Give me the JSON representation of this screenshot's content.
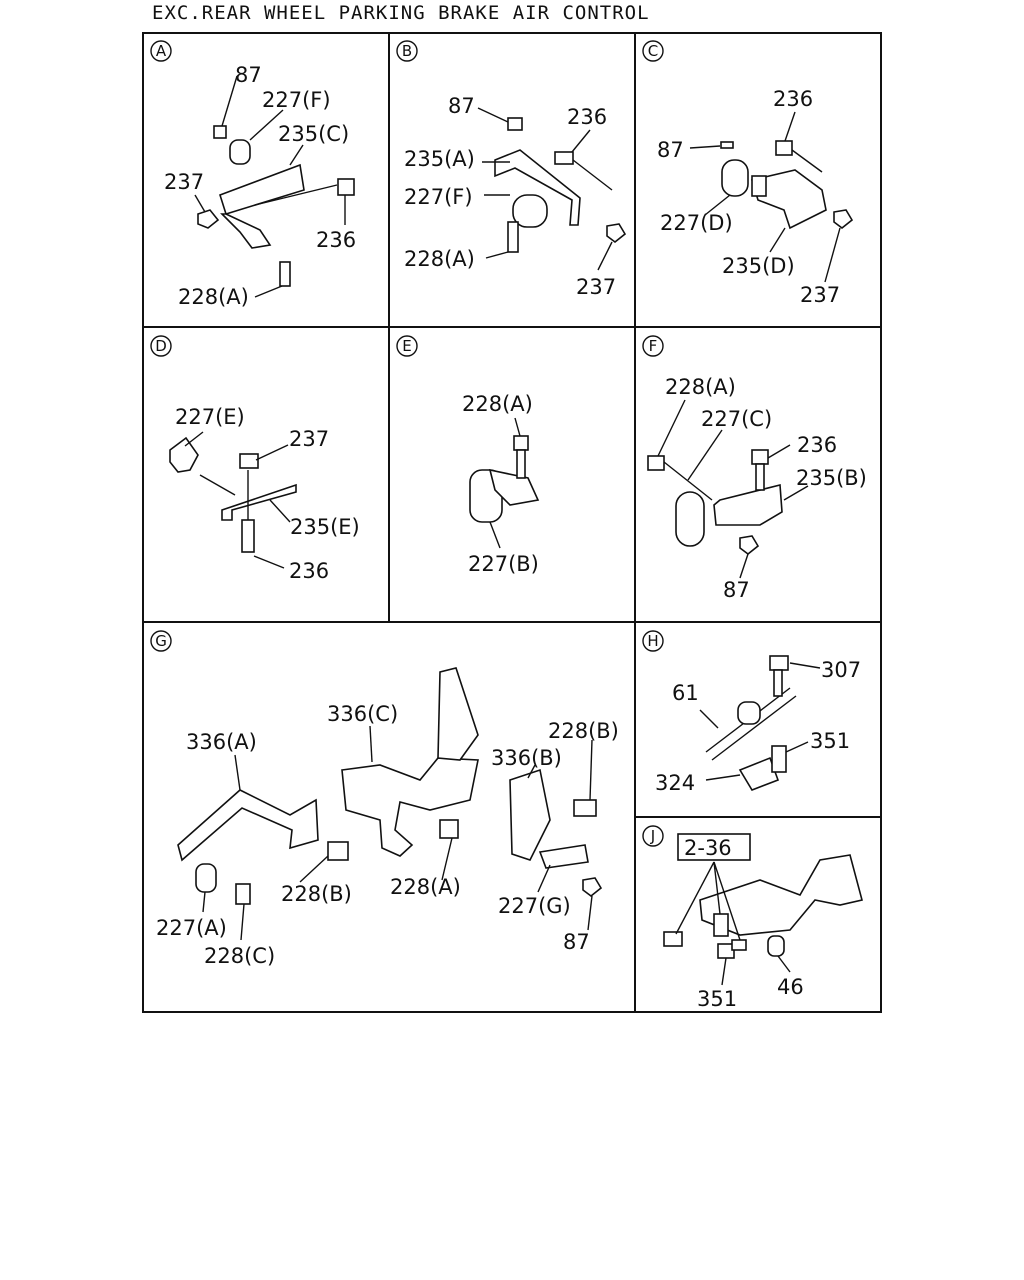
{
  "title": "EXC.REAR WHEEL PARKING BRAKE AIR CONTROL",
  "panels": [
    {
      "letter": "A",
      "labels": [
        "87",
        "227(F)",
        "235(C)",
        "237",
        "236",
        "228(A)"
      ]
    },
    {
      "letter": "B",
      "labels": [
        "87",
        "236",
        "235(A)",
        "227(F)",
        "228(A)",
        "237"
      ]
    },
    {
      "letter": "C",
      "labels": [
        "236",
        "87",
        "227(D)",
        "235(D)",
        "237"
      ]
    },
    {
      "letter": "D",
      "labels": [
        "227(E)",
        "237",
        "235(E)",
        "236"
      ]
    },
    {
      "letter": "E",
      "labels": [
        "228(A)",
        "227(B)"
      ]
    },
    {
      "letter": "F",
      "labels": [
        "228(A)",
        "227(C)",
        "236",
        "235(B)",
        "87"
      ]
    },
    {
      "letter": "G",
      "labels": [
        "336(C)",
        "336(A)",
        "228(B)",
        "336(B)",
        "228(B)",
        "228(A)",
        "227(G)",
        "227(A)",
        "228(C)",
        "87"
      ]
    },
    {
      "letter": "H",
      "labels": [
        "307",
        "61",
        "351",
        "324"
      ]
    },
    {
      "letter": "J",
      "labels": [
        "2-36",
        "351",
        "46"
      ]
    }
  ]
}
